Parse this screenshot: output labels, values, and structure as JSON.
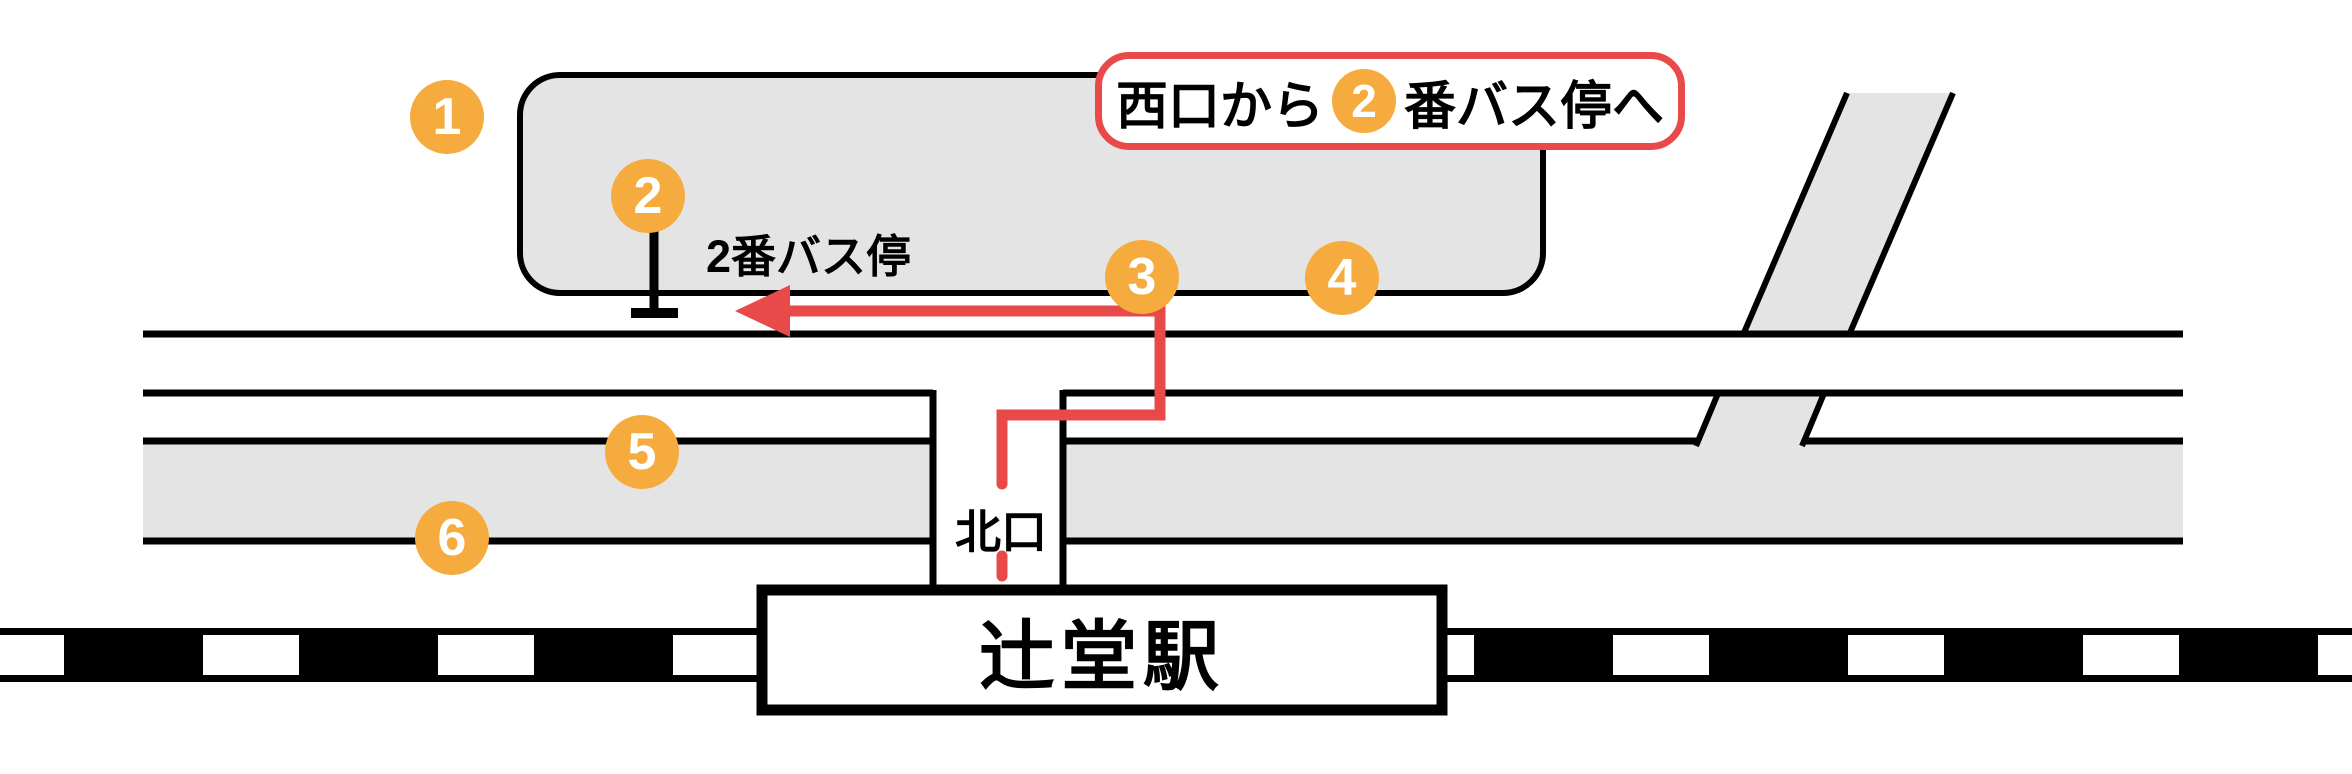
{
  "colors": {
    "marker_orange": "#F6AB3E",
    "route_red": "#E84A4A",
    "road_fill_gray": "#E4E4E4",
    "line_black": "#000000",
    "background": "#FFFFFF"
  },
  "title_banner": {
    "prefix": "西口から",
    "badge": "2",
    "suffix": "番バス停へ"
  },
  "labels": {
    "bus_stop": "2番バス停",
    "north_exit": "北口",
    "station_name": "辻堂駅"
  },
  "markers": [
    {
      "label": "1"
    },
    {
      "label": "2"
    },
    {
      "label": "3"
    },
    {
      "label": "4"
    },
    {
      "label": "5"
    },
    {
      "label": "6"
    }
  ]
}
